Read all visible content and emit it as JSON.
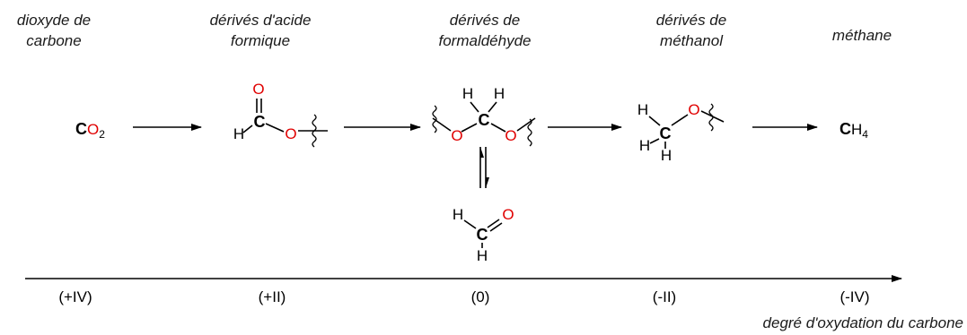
{
  "categories": [
    {
      "line1": "dioxyde de",
      "line2": "carbone"
    },
    {
      "line1": "dérivés d'acide",
      "line2": "formique"
    },
    {
      "line1": "dérivés de",
      "line2": "formaldéhyde"
    },
    {
      "line1": "dérivés de",
      "line2": "méthanol"
    },
    {
      "line1": "méthane",
      "line2": ""
    }
  ],
  "atoms": {
    "carbon": "C",
    "oxygen": "O",
    "hydrogen": "H",
    "co2_subscript": "2",
    "ch4_h": "H",
    "ch4_subscript": "4"
  },
  "oxidation_states": [
    "(+IV)",
    "(+II)",
    "(0)",
    "(-II)",
    "(-IV)"
  ],
  "axis_label": "degré d'oxydation du carbone",
  "colors": {
    "oxygen": "#e00000",
    "carbon": "#000000",
    "text": "#1a1a1a"
  }
}
